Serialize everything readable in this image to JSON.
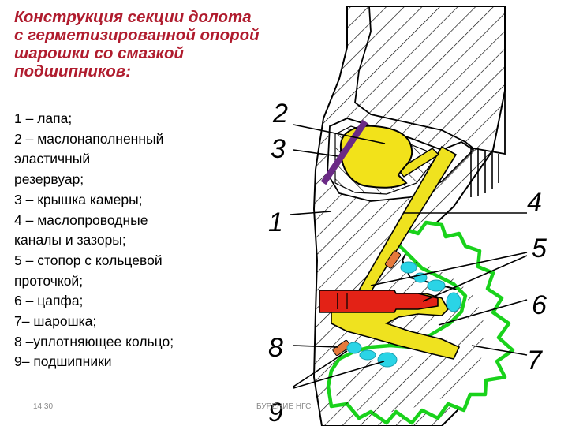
{
  "title_lines": [
    "Конструкция секции долота",
    "с герметизированной опорой",
    "шарошки со смазкой",
    "подшипников:"
  ],
  "legend_lines": [
    "1 – лапа;",
    "2 – маслонаполненный",
    "эластичный",
    "резервуар;",
    "3 – крышка камеры;",
    "4 – маслопроводные",
    " каналы и зазоры;",
    "5 – стопор с кольцевой",
    " проточкой;",
    "6 – цапфа;",
    "7– шарошка;",
    "8 –уплотняющее кольцо;",
    "9– подшипники"
  ],
  "callouts": [
    "2",
    "3",
    "1",
    "4",
    "5",
    "6",
    "8",
    "7",
    "9"
  ],
  "footer": {
    "date": "14.30",
    "center": "БУРЕНИЕ НГС"
  },
  "colors": {
    "title": "#b01c2e",
    "reservoir": "#f2e21a",
    "channels": "#efe21f",
    "cover": "#6b2a86",
    "cone_outline": "#19d21b",
    "bearings": "#2ad4e6",
    "seal": "#e6793c",
    "lock_pin": "#e32216",
    "hatching": "#000000"
  }
}
